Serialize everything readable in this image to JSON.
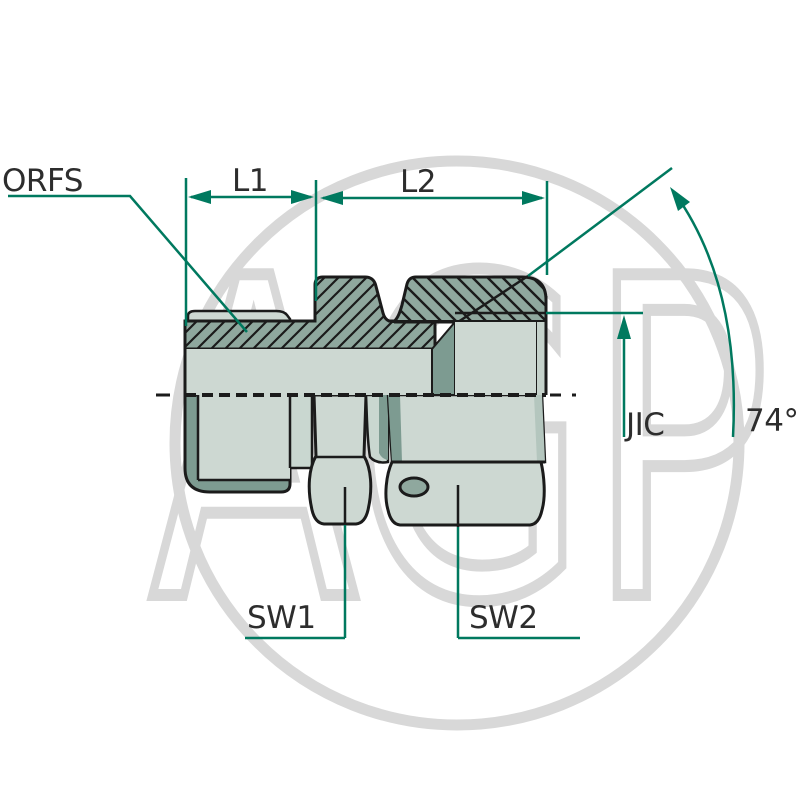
{
  "page": {
    "title": "ORFS x JIC hydraulic adapter technical drawing"
  },
  "drawing": {
    "labels": {
      "orfs": "ORFS",
      "l1": "L1",
      "l2": "L2",
      "jic": "JIC",
      "cone_angle": "74°",
      "sw1": "SW1",
      "sw2": "SW2"
    },
    "watermark": "AGP",
    "colors": {
      "dimension_green": "#00795f",
      "outline_black": "#1b1b1b",
      "body_light": "#cdd8d2",
      "body_medium": "#8fa89e",
      "body_dark": "#7d9b91",
      "end_face": "#c5d2cb",
      "watermark_gray": "#d8d8d8",
      "label_text": "#2d2d2d"
    }
  }
}
